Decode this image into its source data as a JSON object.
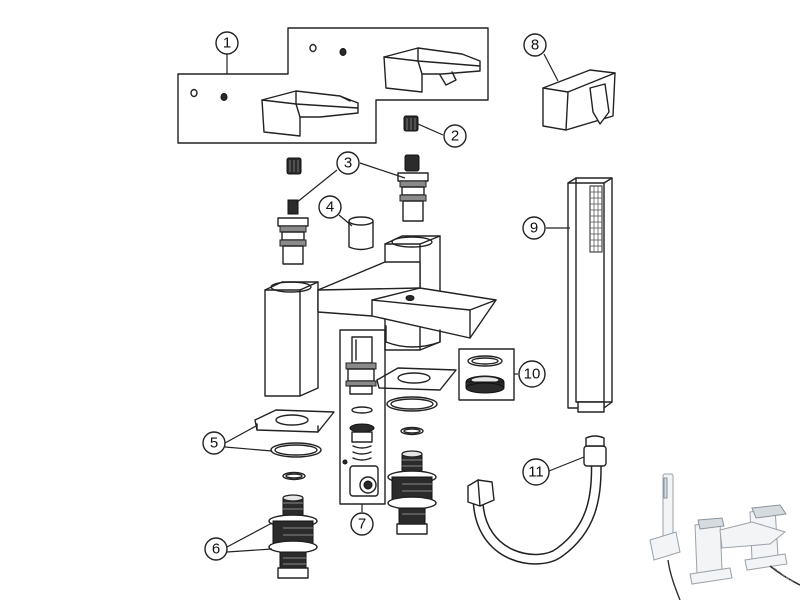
{
  "callouts": [
    {
      "id": "1",
      "label": "1"
    },
    {
      "id": "2",
      "label": "2"
    },
    {
      "id": "3",
      "label": "3"
    },
    {
      "id": "4",
      "label": "4"
    },
    {
      "id": "5",
      "label": "5"
    },
    {
      "id": "6",
      "label": "6"
    },
    {
      "id": "7",
      "label": "7"
    },
    {
      "id": "8",
      "label": "8"
    },
    {
      "id": "9",
      "label": "9"
    },
    {
      "id": "10",
      "label": "10"
    },
    {
      "id": "11",
      "label": "11"
    }
  ],
  "colors": {
    "line": "#222222",
    "background": "#ffffff",
    "chrome": "#f2f4f6"
  }
}
